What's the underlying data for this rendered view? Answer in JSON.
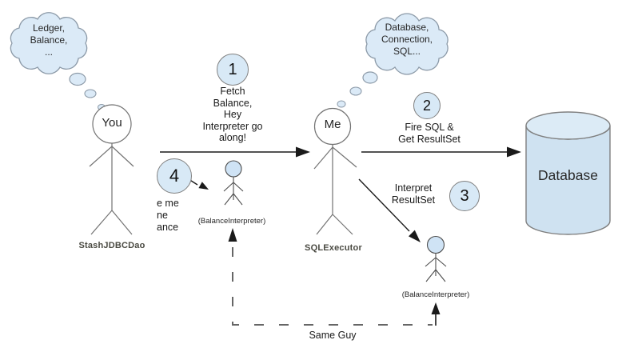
{
  "actors": {
    "you": {
      "head": "You",
      "label": "StashJDBCDao",
      "thought": "Ledger,\nBalance,\n..."
    },
    "me": {
      "head": "Me",
      "label": "SQLExecutor",
      "thought": "Database,\nConnection,\nSQL..."
    },
    "interpreter1": {
      "label": "(BalanceInterpreter)"
    },
    "interpreter2": {
      "label": "(BalanceInterpreter)"
    }
  },
  "steps": [
    {
      "num": "1",
      "text": "Fetch\nBalance,\nHey\nInterpreter go\nalong!"
    },
    {
      "num": "2",
      "text": "Fire SQL &\nGet ResultSet"
    },
    {
      "num": "3",
      "text": "Interpret\nResultSet"
    },
    {
      "num": "4",
      "text": "e me\nne\nance"
    }
  ],
  "database": {
    "label": "Database"
  },
  "notes": {
    "same_guy": "Same Guy"
  },
  "colors": {
    "bubble_fill": "#d8e9f6",
    "cylinder_fill": "#cfe2f1",
    "stroke_gray": "#808080",
    "arrow_black": "#1a1a1a",
    "dashed_gray": "#666666"
  }
}
